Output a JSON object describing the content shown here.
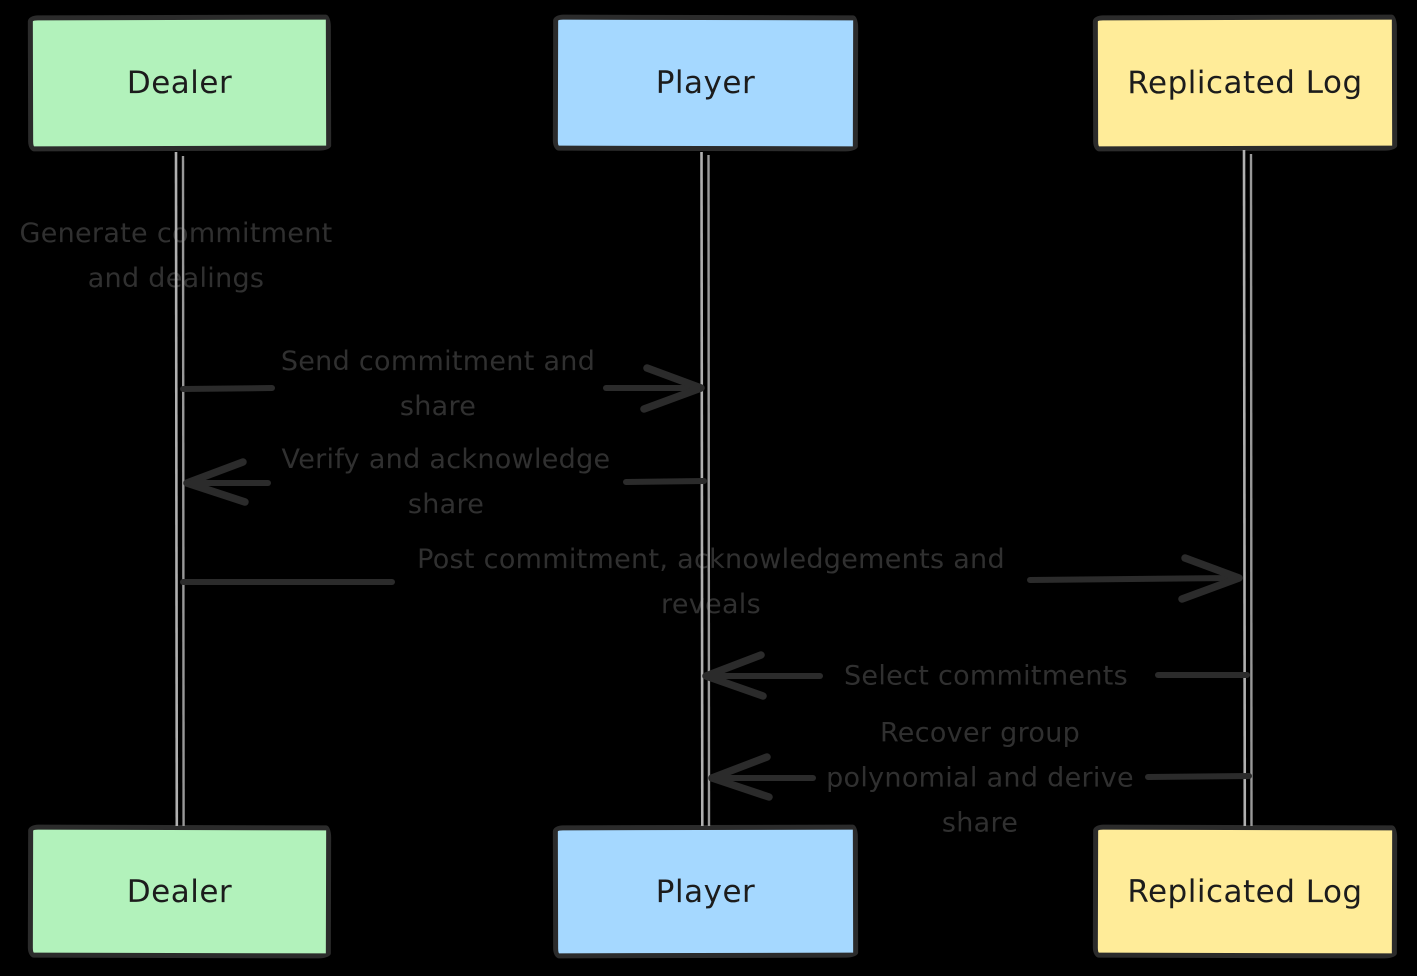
{
  "diagram": {
    "type": "sequence-diagram",
    "background_color": "#000000",
    "actors": [
      {
        "id": "dealer",
        "label": "Dealer",
        "fill": "#b2f2bb"
      },
      {
        "id": "player",
        "label": "Player",
        "fill": "#a5d8ff"
      },
      {
        "id": "replicated-log",
        "label": "Replicated Log",
        "fill": "#ffec99"
      }
    ],
    "colors": {
      "box_border": "#2b2b2b",
      "actor_title_text": "#1c1c1c",
      "message_text": "#303030",
      "arrow_stroke": "#2b2b2b",
      "lifeline_stroke": "#a6a6a6"
    },
    "messages": [
      {
        "index": 1,
        "type": "note",
        "from": "dealer",
        "to": "dealer",
        "text": "Generate commitment and dealings"
      },
      {
        "index": 2,
        "type": "arrow",
        "from": "dealer",
        "to": "player",
        "text": "Send commitment and share"
      },
      {
        "index": 3,
        "type": "arrow",
        "from": "player",
        "to": "dealer",
        "text": "Verify and acknowledge share"
      },
      {
        "index": 4,
        "type": "arrow",
        "from": "dealer",
        "to": "replicated-log",
        "text": "Post commitment, acknowledgements and reveals"
      },
      {
        "index": 5,
        "type": "arrow",
        "from": "replicated-log",
        "to": "player",
        "text": "Select commitments"
      },
      {
        "index": 6,
        "type": "arrow",
        "from": "replicated-log",
        "to": "player",
        "text": "Recover group polynomial and derive share"
      }
    ]
  }
}
